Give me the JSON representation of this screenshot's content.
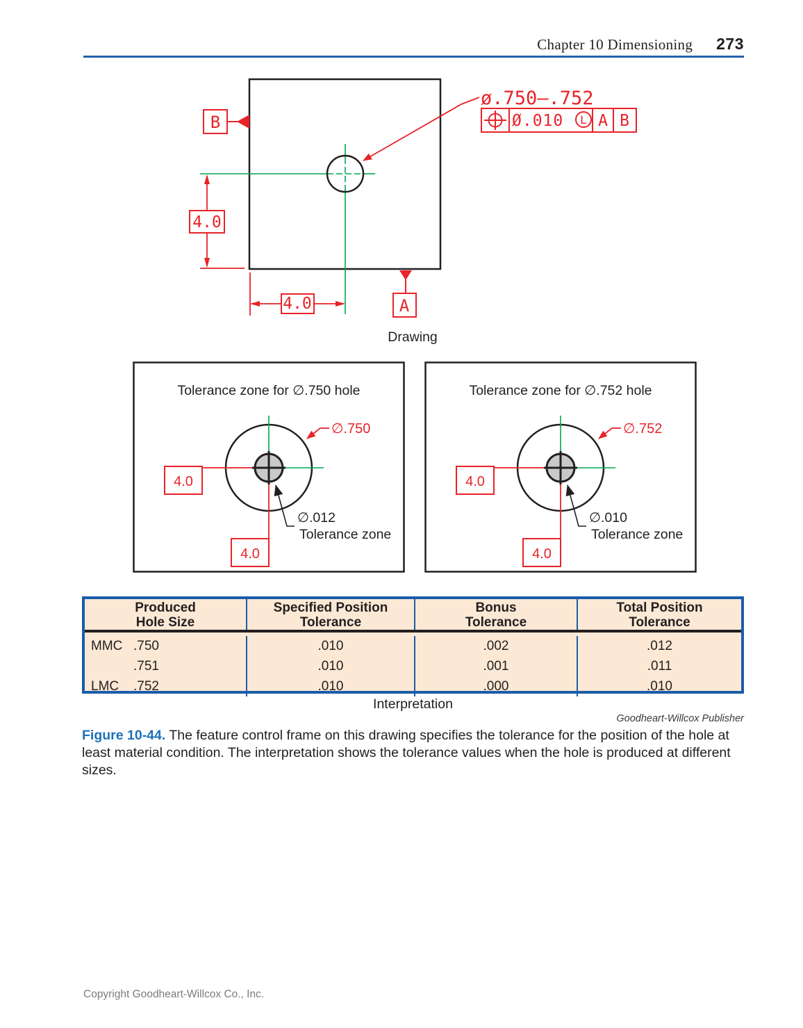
{
  "header": {
    "chapter": "Chapter 10  Dimensioning",
    "page_number": "273"
  },
  "drawing": {
    "label": "Drawing",
    "size_dim": "ø.750–.752",
    "fcf": {
      "symbol": "position",
      "tolerance": "Ø.010",
      "modifier": "L",
      "datum_1": "A",
      "datum_2": "B"
    },
    "datum_a": "A",
    "datum_b": "B",
    "dim_vertical": "4.0",
    "dim_horizontal": "4.0"
  },
  "zones": [
    {
      "title": "Tolerance zone for ∅.750 hole",
      "hole_dia": "∅.750",
      "tz_dia": "∅.012",
      "tz_label": "Tolerance zone",
      "dim_x": "4.0",
      "dim_y": "4.0"
    },
    {
      "title": "Tolerance zone for ∅.752 hole",
      "hole_dia": "∅.752",
      "tz_dia": "∅.010",
      "tz_label": "Tolerance zone",
      "dim_x": "4.0",
      "dim_y": "4.0"
    }
  ],
  "table": {
    "headers": [
      [
        "Produced",
        "Hole Size"
      ],
      [
        "Specified Position",
        "Tolerance"
      ],
      [
        "Bonus",
        "Tolerance"
      ],
      [
        "Total Position",
        "Tolerance"
      ]
    ],
    "rows": [
      {
        "prefix": "MMC",
        "hole": ".750",
        "specified": ".010",
        "bonus": ".002",
        "total": ".012"
      },
      {
        "prefix": "",
        "hole": ".751",
        "specified": ".010",
        "bonus": ".001",
        "total": ".011"
      },
      {
        "prefix": "LMC",
        "hole": ".752",
        "specified": ".010",
        "bonus": ".000",
        "total": ".010"
      }
    ],
    "label": "Interpretation"
  },
  "credit": "Goodheart-Willcox Publisher",
  "figure": {
    "label": "Figure 10-44.",
    "text": " The feature control frame on this drawing specifies the tolerance for the position of the hole at least material condition. The interpretation shows the tolerance values when the hole is produced at different sizes."
  },
  "footer": "Copyright Goodheart-Willcox Co., Inc.",
  "colors": {
    "red": "#e82329",
    "green": "#00a651",
    "ink": "#231f20",
    "rule_blue": "#2263ae",
    "table_border": "#1a5dab",
    "table_bg": "#fce9d5",
    "figure_blue": "#1d71b8",
    "zone_gray": "#c8c9cb"
  }
}
